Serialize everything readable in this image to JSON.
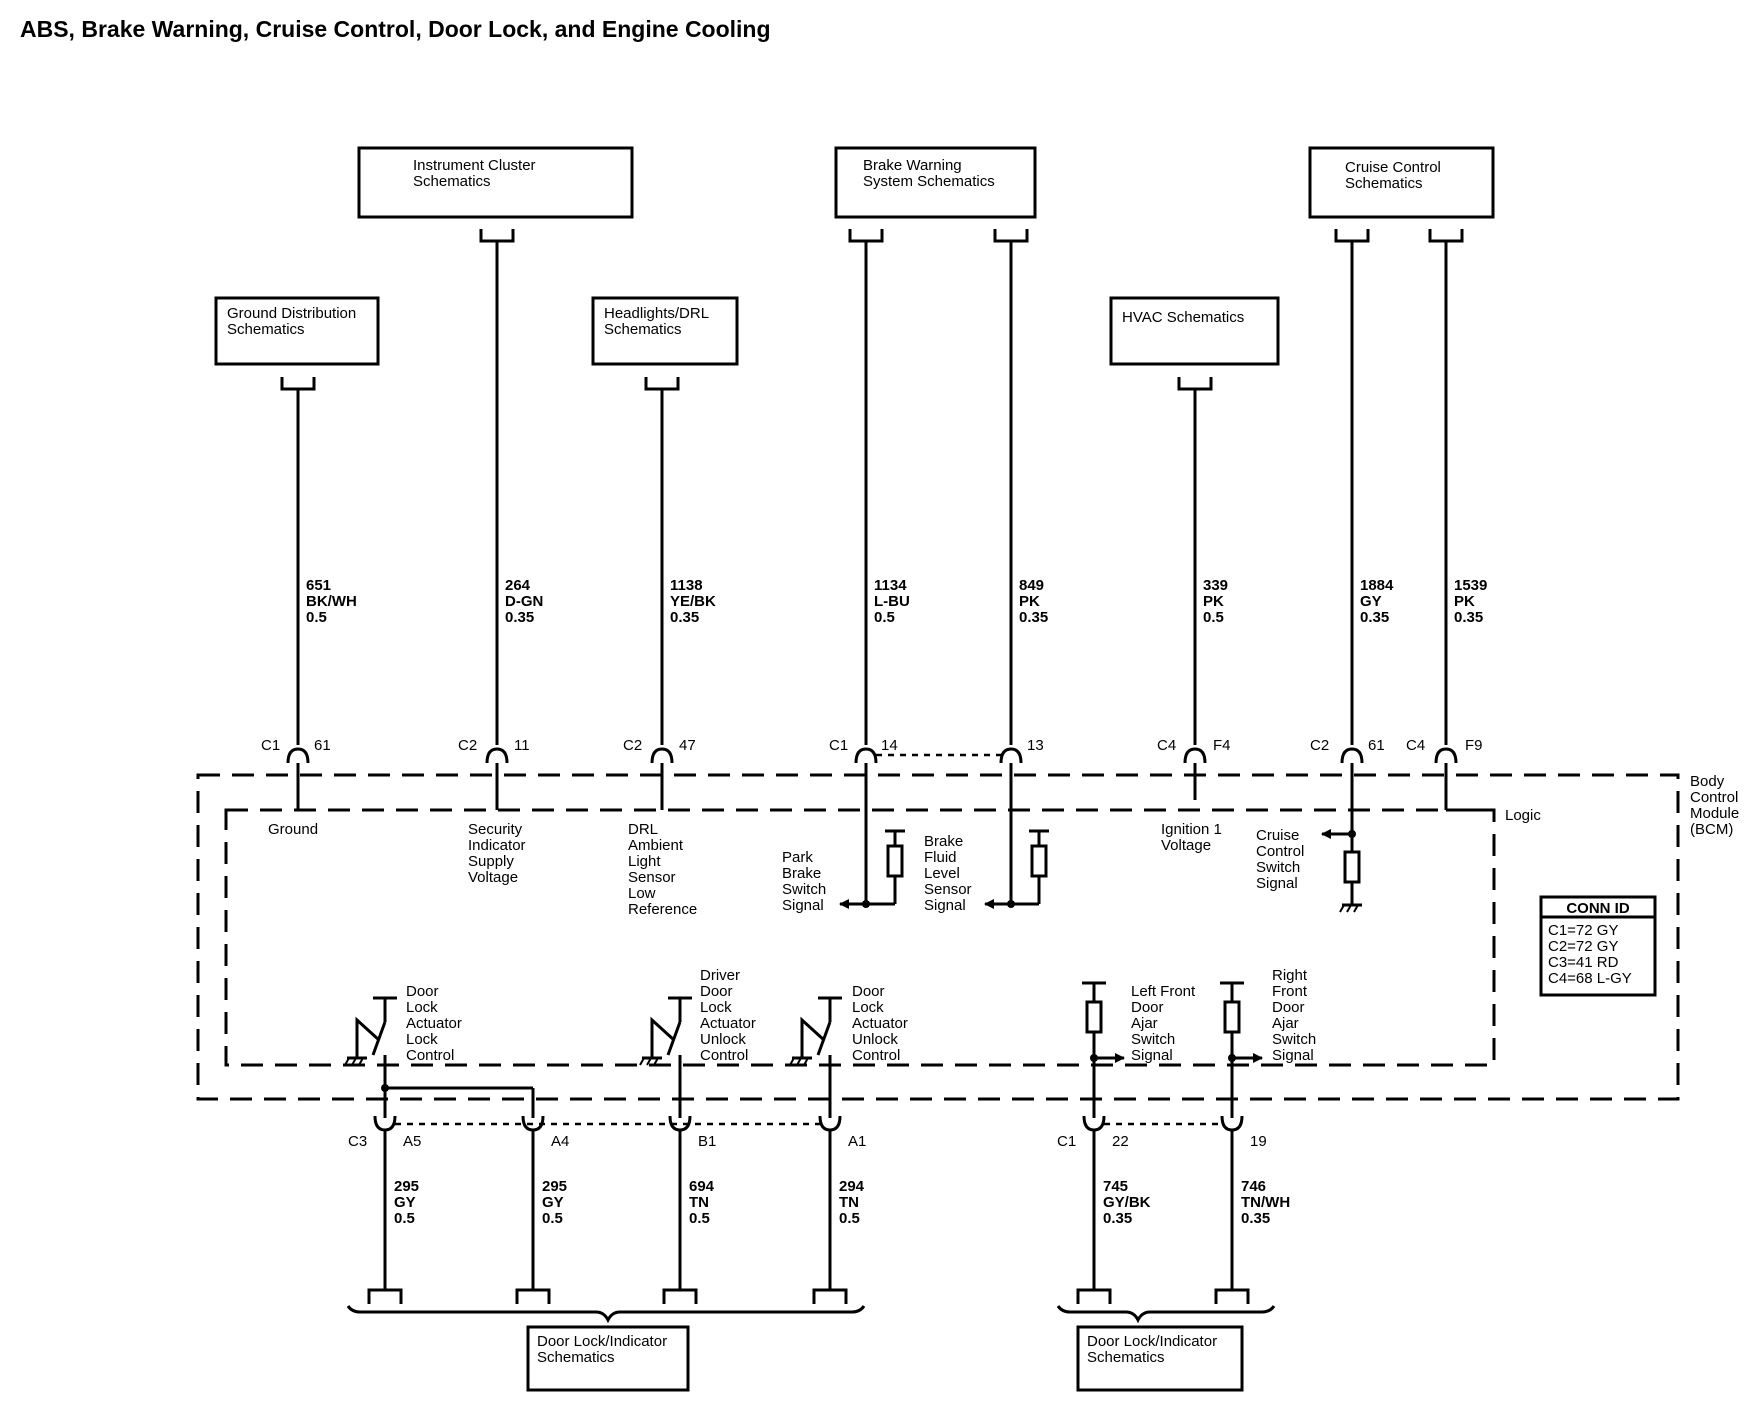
{
  "title": "ABS, Brake Warning, Cruise Control, Door Lock, and Engine Cooling",
  "module": {
    "name_lines": [
      "Body",
      "Control",
      "Module",
      "(BCM)"
    ],
    "logic_label": "Logic"
  },
  "conn_id": {
    "title": "CONN ID",
    "rows": [
      "C1=72 GY",
      "C2=72 GY",
      "C3=41 RD",
      "C4=68 L-GY"
    ]
  },
  "schematic_boxes": [
    {
      "id": "instrument-cluster",
      "lines": [
        "Instrument Cluster",
        "Schematics"
      ]
    },
    {
      "id": "brake-warning",
      "lines": [
        "Brake Warning",
        "System Schematics"
      ]
    },
    {
      "id": "cruise-control",
      "lines": [
        "Cruise Control",
        "Schematics"
      ]
    },
    {
      "id": "ground-distribution",
      "lines": [
        "Ground Distribution",
        "Schematics"
      ]
    },
    {
      "id": "headlights-drl",
      "lines": [
        "Headlights/DRL",
        "Schematics"
      ]
    },
    {
      "id": "hvac",
      "lines": [
        "HVAC Schematics"
      ]
    },
    {
      "id": "door-lock-indicator-1",
      "lines": [
        "Door Lock/Indicator",
        "Schematics"
      ]
    },
    {
      "id": "door-lock-indicator-2",
      "lines": [
        "Door Lock/Indicator",
        "Schematics"
      ]
    }
  ],
  "top_wires": [
    {
      "circuit": "651",
      "color": "BK/WH",
      "gauge": "0.5",
      "connector": "C1",
      "pin": "61"
    },
    {
      "circuit": "264",
      "color": "D-GN",
      "gauge": "0.35",
      "connector": "C2",
      "pin": "11"
    },
    {
      "circuit": "1138",
      "color": "YE/BK",
      "gauge": "0.35",
      "connector": "C2",
      "pin": "47"
    },
    {
      "circuit": "1134",
      "color": "L-BU",
      "gauge": "0.5",
      "connector": "C1",
      "pin": "14"
    },
    {
      "circuit": "849",
      "color": "PK",
      "gauge": "0.35",
      "connector": "",
      "pin": "13"
    },
    {
      "circuit": "339",
      "color": "PK",
      "gauge": "0.5",
      "connector": "C4",
      "pin": "F4"
    },
    {
      "circuit": "1884",
      "color": "GY",
      "gauge": "0.35",
      "connector": "C2",
      "pin": "61"
    },
    {
      "circuit": "1539",
      "color": "PK",
      "gauge": "0.35",
      "connector": "C4",
      "pin": "F9"
    }
  ],
  "bottom_wires": [
    {
      "circuit": "295",
      "color": "GY",
      "gauge": "0.5",
      "connector": "C3",
      "pin": "A5"
    },
    {
      "circuit": "295",
      "color": "GY",
      "gauge": "0.5",
      "connector": "",
      "pin": "A4"
    },
    {
      "circuit": "694",
      "color": "TN",
      "gauge": "0.5",
      "connector": "",
      "pin": "B1"
    },
    {
      "circuit": "294",
      "color": "TN",
      "gauge": "0.5",
      "connector": "",
      "pin": "A1"
    },
    {
      "circuit": "745",
      "color": "GY/BK",
      "gauge": "0.35",
      "connector": "C1",
      "pin": "22"
    },
    {
      "circuit": "746",
      "color": "TN/WH",
      "gauge": "0.35",
      "connector": "",
      "pin": "19"
    }
  ],
  "internal_labels": [
    {
      "id": "ground",
      "lines": [
        "Ground"
      ]
    },
    {
      "id": "security-indicator",
      "lines": [
        "Security",
        "Indicator",
        "Supply",
        "Voltage"
      ]
    },
    {
      "id": "drl-ambient",
      "lines": [
        "DRL",
        "Ambient",
        "Light",
        "Sensor",
        "Low",
        "Reference"
      ]
    },
    {
      "id": "park-brake",
      "lines": [
        "Park",
        "Brake",
        "Switch",
        "Signal"
      ]
    },
    {
      "id": "brake-fluid",
      "lines": [
        "Brake",
        "Fluid",
        "Level",
        "Sensor",
        "Signal"
      ]
    },
    {
      "id": "ignition-1",
      "lines": [
        "Ignition 1",
        "Voltage"
      ]
    },
    {
      "id": "cruise-switch",
      "lines": [
        "Cruise",
        "Control",
        "Switch",
        "Signal"
      ]
    },
    {
      "id": "lock-control",
      "lines": [
        "Door",
        "Lock",
        "Actuator",
        "Lock",
        "Control"
      ]
    },
    {
      "id": "driver-unlock",
      "lines": [
        "Driver",
        "Door",
        "Lock",
        "Actuator",
        "Unlock",
        "Control"
      ]
    },
    {
      "id": "unlock-control",
      "lines": [
        "Door",
        "Lock",
        "Actuator",
        "Unlock",
        "Control"
      ]
    },
    {
      "id": "lf-ajar",
      "lines": [
        "Left Front",
        "Door",
        "Ajar",
        "Switch",
        "Signal"
      ]
    },
    {
      "id": "rf-ajar",
      "lines": [
        "Right",
        "Front",
        "Door",
        "Ajar",
        "Switch",
        "Signal"
      ]
    }
  ]
}
